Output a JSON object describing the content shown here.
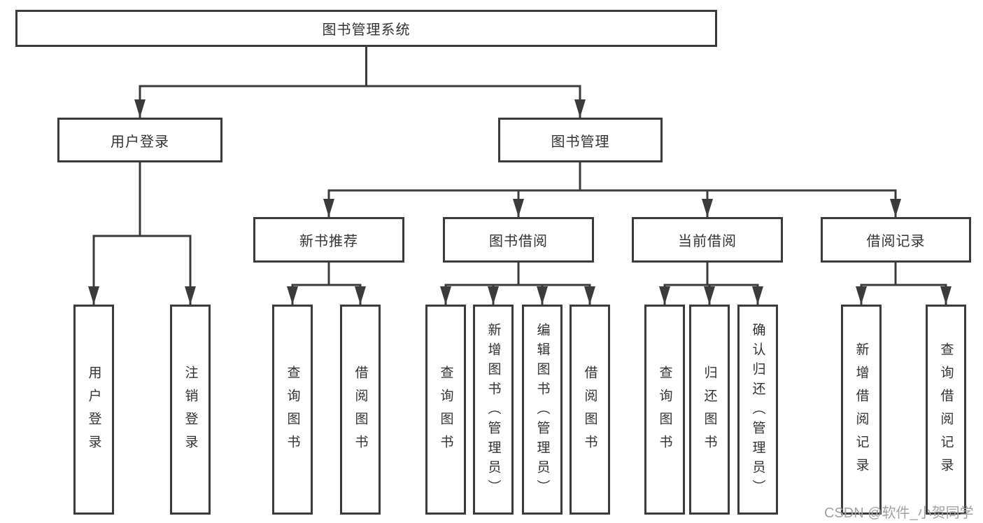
{
  "diagram": {
    "title": "图书管理系统",
    "nodes": {
      "root": {
        "label": "图书管理系统",
        "level2_indices": [
          0,
          1
        ]
      },
      "level2": [
        {
          "label": "用户登录",
          "leaf_indices": [
            0,
            1
          ]
        },
        {
          "label": "图书管理",
          "level3_indices": [
            0,
            1,
            2,
            3
          ]
        }
      ],
      "level3": [
        {
          "label": "新书推荐",
          "leaf_indices": [
            2,
            3
          ]
        },
        {
          "label": "图书借阅",
          "leaf_indices": [
            4,
            5,
            6,
            7
          ]
        },
        {
          "label": "当前借阅",
          "leaf_indices": [
            8,
            9,
            10
          ]
        },
        {
          "label": "借阅记录",
          "leaf_indices": [
            11,
            12
          ]
        }
      ],
      "leaves": [
        {
          "label": "用户登录"
        },
        {
          "label": "注销登录"
        },
        {
          "label": "查询图书"
        },
        {
          "label": "借阅图书"
        },
        {
          "label": "查询图书"
        },
        {
          "label": "新增图书（管理员）"
        },
        {
          "label": "编辑图书（管理员）"
        },
        {
          "label": "借阅图书"
        },
        {
          "label": "查询图书"
        },
        {
          "label": "归还图书"
        },
        {
          "label": "确认归还（管理员）"
        },
        {
          "label": "新增借阅记录"
        },
        {
          "label": "查询借阅记录"
        }
      ]
    },
    "watermark": "CSDN @软件_小贺同学",
    "colors": {
      "line": "#3b3b3b",
      "box_border": "#3b3b3b",
      "box_fill": "#ffffff",
      "text": "#333333",
      "watermark": "#a2a2a2"
    }
  }
}
